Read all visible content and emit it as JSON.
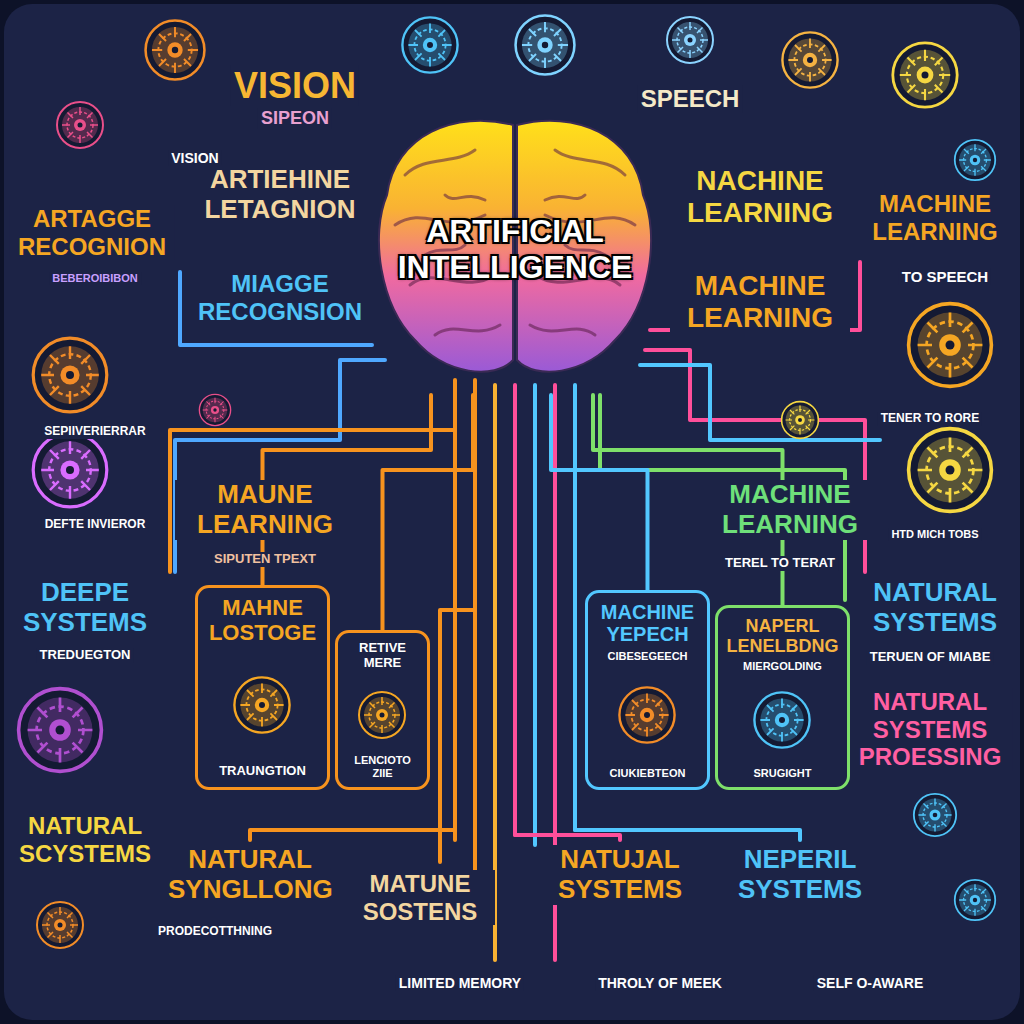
{
  "diagram": {
    "nodes": [
      {
        "text": [
          "ARTIFICIAL INTELLIGENCE"
        ]
      },
      {
        "text": [
          "MAHNE LOSTOGE",
          "TRAUNGTION"
        ]
      },
      {
        "text": [
          "RETIVE MERE",
          "LENCIOTO ZIIE"
        ]
      },
      {
        "text": [
          "MACHINE YEPECH",
          "CIBESEGEECH",
          "CIUKIEBTEON"
        ]
      },
      {
        "text": [
          "NAPERL LENELBDNG",
          "MIERGOLDING",
          "SRUGIGHT"
        ]
      }
    ],
    "edges": [
      {
        "from": 0,
        "to": 1,
        "arrow": "none"
      },
      {
        "from": 0,
        "to": 2,
        "arrow": "none"
      },
      {
        "from": 0,
        "to": 3,
        "arrow": "none"
      },
      {
        "from": 0,
        "to": 4,
        "arrow": "none"
      }
    ],
    "labels": [
      "VISION",
      "SIPEON",
      "VISION",
      "SPEECH",
      "ARTAGGE RECOGNION",
      "BEBEROIBIBON",
      "ARTIEHINE LETAGNION",
      "MIAGGE RECOGNSION",
      "NACHINE LEARNING",
      "MACHINE LEARNING",
      "MACHINE LEARNING",
      "TO SPEECH",
      "SEPIIVERIERRAR",
      "TENER TO RORE",
      "MAUNE LEARNING",
      "SIPUTEN TPEXT",
      "DEFTE INVIEROR",
      "MACHINE LEARNING",
      "TEREL TO TERAT",
      "HTD MICH TOBS",
      "DEEPE SYSTEMS",
      "TREDUEGTON",
      "NATURAL SYSTEMS",
      "TERUEN OF MIABE",
      "NATURAL SYSTEMS PROESSING",
      "NATURAL SCYSTEMS",
      "NATURAL SYNGLLONG",
      "PRODECOTTHNING",
      "MATUNE SOSTENS",
      "NATUJAL SYSTEMS",
      "NEPERIL SYSTEMS",
      "LIMITED MEMORY",
      "THROLY OF MEEK",
      "SELF O-AWARE"
    ]
  }
}
